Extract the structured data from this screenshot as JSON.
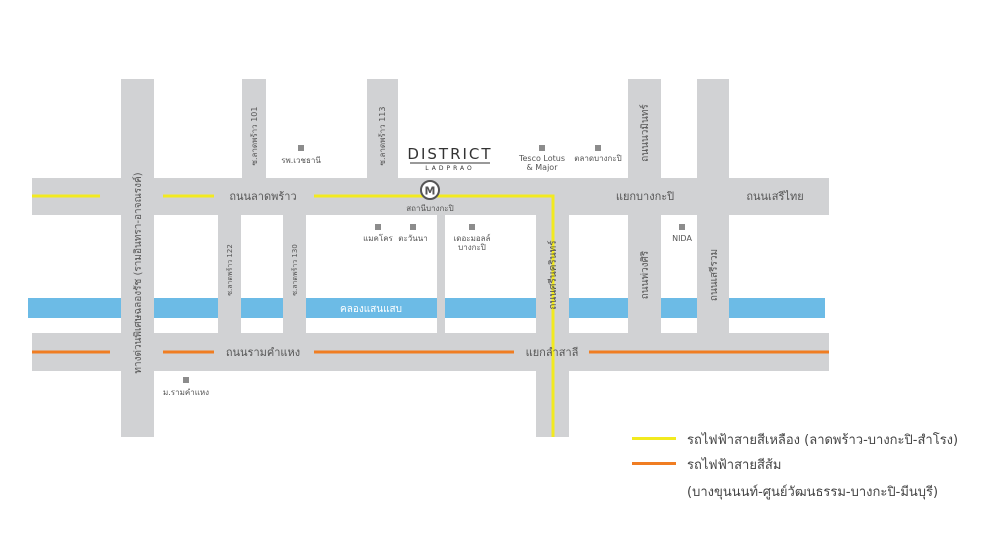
{
  "colors": {
    "road": "#d1d2d4",
    "canal": "#6cbbe6",
    "yellow_line": "#f2ea1f",
    "orange_line": "#f07d22",
    "poi": "#8c8c8c"
  },
  "roads": {
    "ladprao": "ถนนลาดพร้าว",
    "ramkhamhaeng": "ถนนรามคำแหง",
    "seri_thai": "ถนนเสรีไทย",
    "pradit_manutham": "ทางด่วนพิเศษฉลองรัช (รามอินทรา-อาจณรงค์)",
    "soi_101": "ซ.ลาดพร้าว 101",
    "soi_113": "ซ.ลาดพร้าว 113",
    "soi_122": "ซ.ลาดพร้าว 122",
    "soi_130": "ซ.ลาดพร้าว 130",
    "nawamin": "ถนนนวมินทร์",
    "srinakarin": "ถนนศรีนครินทร์",
    "phongsiri": "ถนนพ่วงศิริ",
    "seri_ruam": "ถนนเสรีรวม"
  },
  "canal_label": "คลองแสนแสบ",
  "junctions": {
    "bangkapi": "แยกบางกะปิ",
    "lamsali": "แยกลำสาลี"
  },
  "station": {
    "icon_letter": "M",
    "label": "สถานีบางกะปิ"
  },
  "brand": {
    "name": "DISTRICT",
    "sub": "LADPRAO"
  },
  "pois": {
    "vejthani": "รพ.เวชธานี",
    "tesco_line1": "Tesco Lotus",
    "tesco_line2": "& Major",
    "bangkapi_market": "ตลาดบางกะปิ",
    "makro": "แมคโคร",
    "tawanna": "ตะวันนา",
    "mall_line1": "เดอะมอลล์",
    "mall_line2": "บางกะปิ",
    "nida": "NIDA",
    "ram_univ": "ม.รามคำแหง"
  },
  "legend": {
    "yellow": "รถไฟฟ้าสายสีเหลือง (ลาดพร้าว-บางกะปิ-สำโรง)",
    "orange_line1": "รถไฟฟ้าสายสีส้ม",
    "orange_line2": "(บางขุนนนท์-ศูนย์วัฒนธรรม-บางกะปิ-มีนบุรี)"
  }
}
